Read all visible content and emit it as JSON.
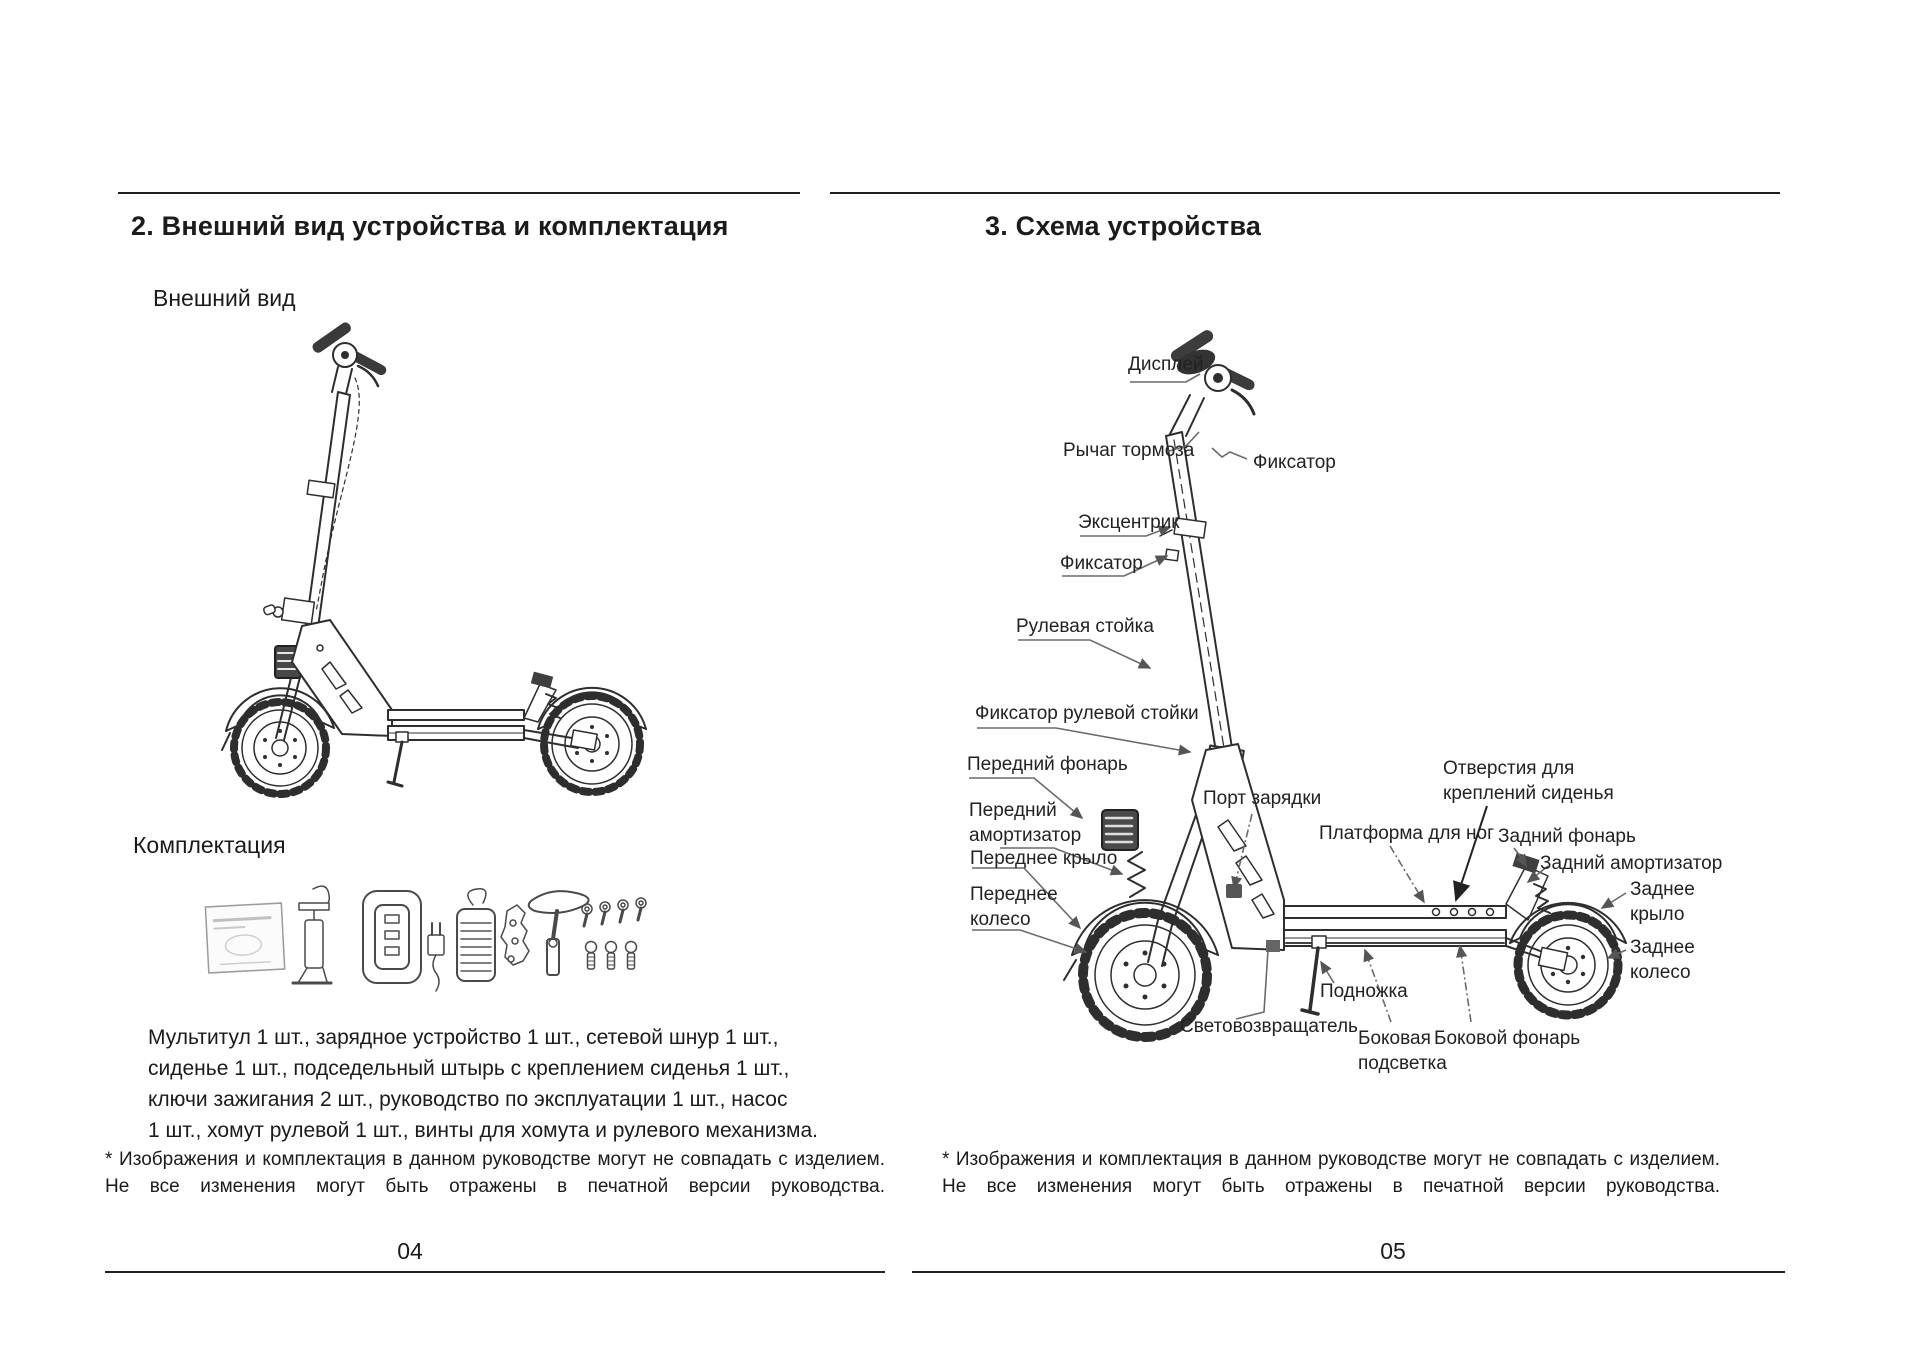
{
  "left_page": {
    "title": "2. Внешний вид устройства и комплектация",
    "external_view_label": "Внешний вид",
    "package_label": "Комплектация",
    "contents_lines": [
      "Мультитул 1 шт., зарядное устройство 1 шт., сетевой шнур 1 шт.,",
      "сиденье 1 шт., подседельный штырь с креплением сиденья 1 шт.,",
      "ключи зажигания 2 шт., руководство по эксплуатации 1 шт., насос",
      "1 шт., хомут рулевой 1 шт., винты для хомута и рулевого механизма."
    ],
    "footnote_line1": "* Изображения и комплектация в данном руководстве могут не совпадать с изделием.",
    "footnote_line2": "Не все изменения могут быть отражены в печатной версии руководства.",
    "page_number": "04"
  },
  "right_page": {
    "title": "3. Схема устройства",
    "diagram_labels": {
      "display": "Дисплей",
      "brake_lever": "Рычаг тормоза",
      "latch_top": "Фиксатор",
      "eccentric": "Эксцентрик",
      "latch_mid": "Фиксатор",
      "steering_column": "Рулевая стойка",
      "column_latch": "Фиксатор рулевой стойки",
      "front_light": "Передний фонарь",
      "front_shock": "Передний\nамортизатор",
      "front_fender": "Переднее крыло",
      "front_wheel": "Переднее\nколесо",
      "charge_port": "Порт зарядки",
      "foot_platform": "Платформа для ног",
      "seat_mount_holes": "Отверстия для\nкреплений сиденья",
      "rear_light": "Задний фонарь",
      "rear_shock": "Задний амортизатор",
      "rear_fender": "Заднее\nкрыло",
      "rear_wheel": "Заднее\nколесо",
      "kickstand": "Подножка",
      "reflector": "Световозвращатель",
      "side_lighting": "Боковая\nподсветка",
      "side_light": "Боковой фонарь"
    },
    "footnote_line1": "* Изображения и комплектация в данном руководстве могут не совпадать с изделием.",
    "footnote_line2": "Не все изменения могут быть отражены в печатной версии руководства.",
    "page_number": "05"
  },
  "colors": {
    "text": "#1b1b1b",
    "drawing_line": "#2e2e2e",
    "leader_line": "#6a6a6a",
    "page_background": "#ffffff"
  }
}
